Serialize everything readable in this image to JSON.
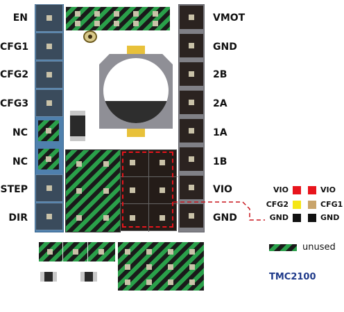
{
  "left_pins": [
    "EN",
    "CFG1",
    "CFG2",
    "CFG3",
    "NC",
    "NC",
    "STEP",
    "DIR"
  ],
  "right_pins": [
    "VMOT",
    "GND",
    "2B",
    "2A",
    "1A",
    "1B",
    "VIO",
    "GND"
  ],
  "legend": {
    "rows": [
      {
        "left": "VIO",
        "right": "VIO",
        "left_color": "#e8141c",
        "right_color": "#e8141c"
      },
      {
        "left": "CFG2",
        "right": "CFG1",
        "left_color": "#f5e614",
        "right_color": "#c9a46a"
      },
      {
        "left": "GND",
        "right": "GND",
        "left_color": "#111111",
        "right_color": "#111111"
      }
    ],
    "unused_label": "unused"
  },
  "board_name": "TMC2100",
  "colors": {
    "header_blue": "#4f80ad",
    "header_gray": "#808086",
    "stripe_green": "#2aa04a",
    "highlight": "#e8141c",
    "title_blue": "#1f3a8a"
  }
}
